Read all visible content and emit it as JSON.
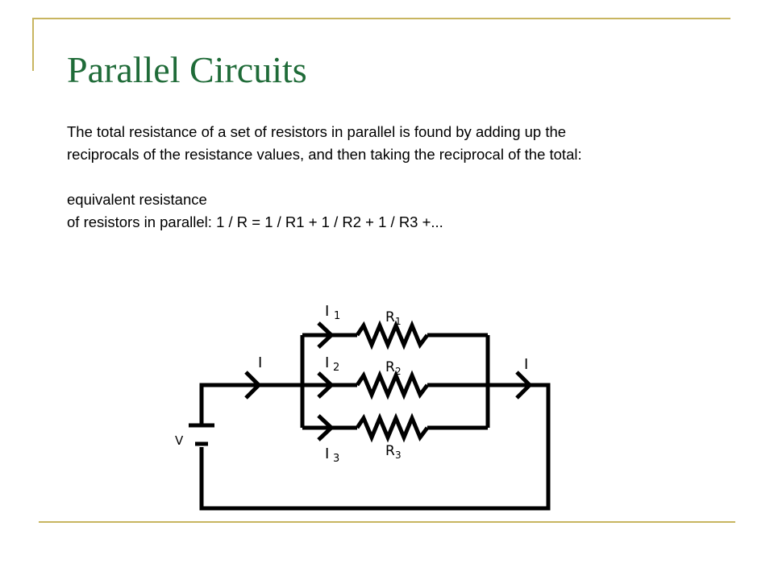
{
  "slide": {
    "title": "Parallel Circuits",
    "paragraph_line1": "The total resistance of a set of resistors in parallel is found by adding up the",
    "paragraph_line2": "reciprocals of the resistance values, and then taking the reciprocal of the total:",
    "formula_line1": "equivalent resistance",
    "formula_line2": "of resistors in parallel: 1 / R = 1 / R1 + 1 / R2 + 1 / R3 +..."
  },
  "diagram": {
    "current_total": "I",
    "current_exit": "I",
    "voltage": "V",
    "branches": [
      {
        "current": "I",
        "current_sub": "1",
        "resistor": "R",
        "resistor_sub": "1"
      },
      {
        "current": "I",
        "current_sub": "2",
        "resistor": "R",
        "resistor_sub": "2"
      },
      {
        "current": "I",
        "current_sub": "3",
        "resistor": "R",
        "resistor_sub": "3"
      }
    ]
  },
  "colors": {
    "title": "#1f6b38",
    "frame": "#c8b560",
    "wire": "#000000"
  }
}
